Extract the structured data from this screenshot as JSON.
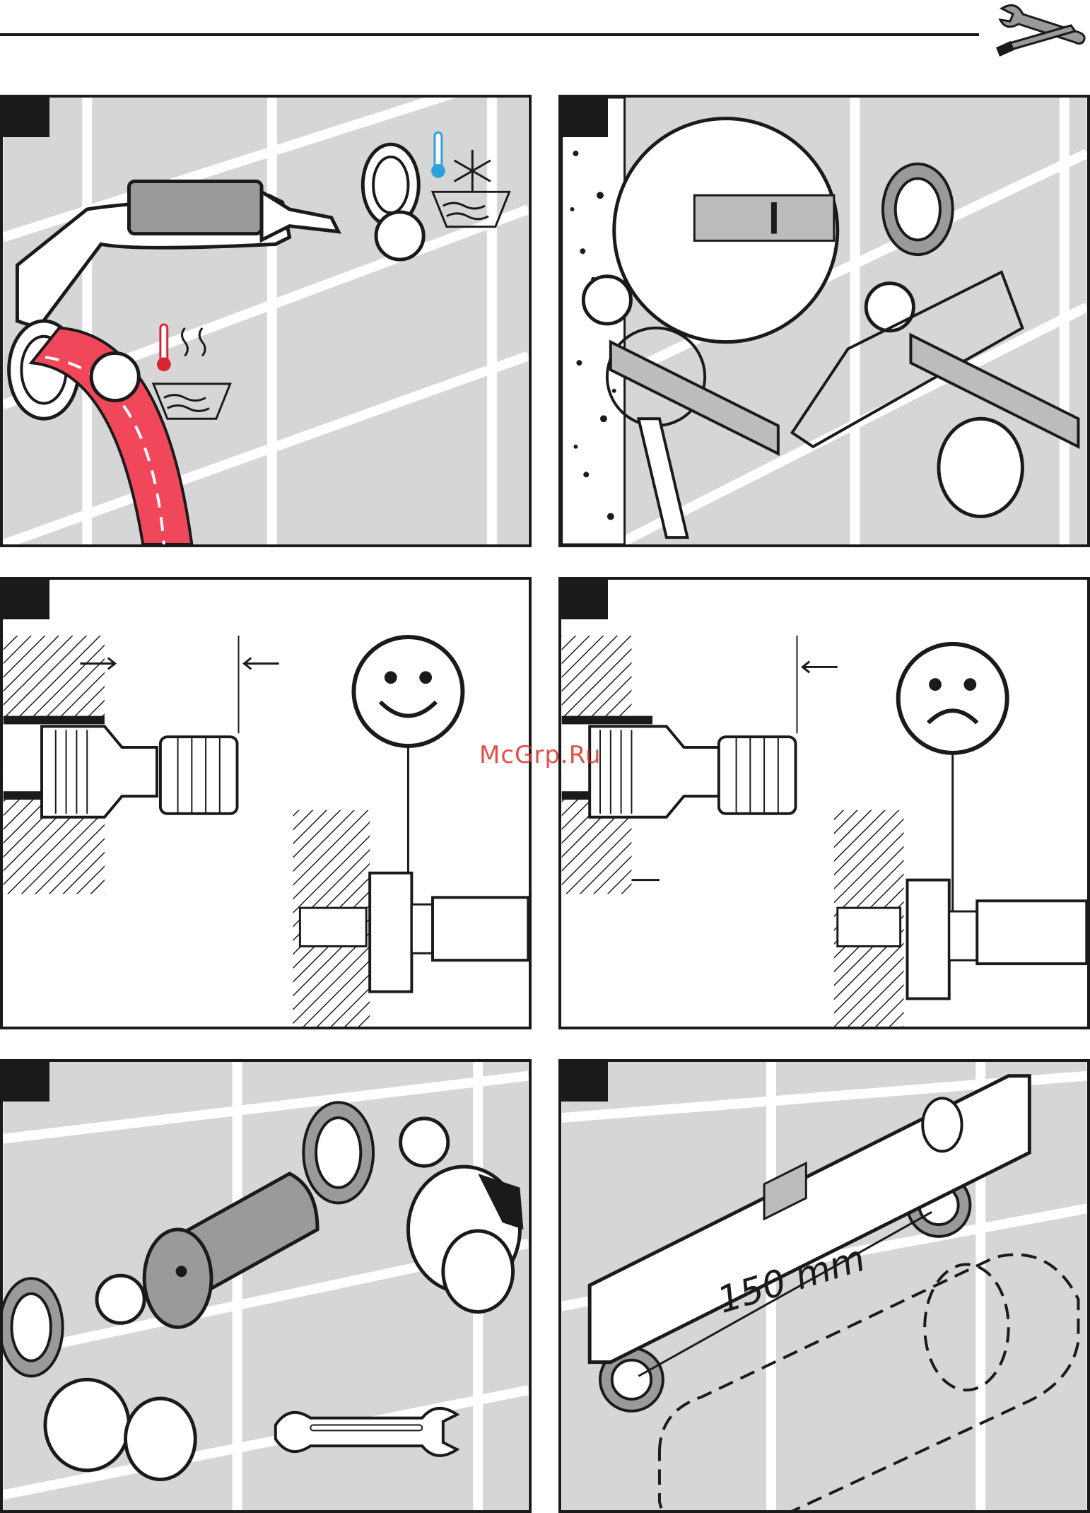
{
  "header": {
    "icon": "wrench-screwdriver-icon"
  },
  "watermark": {
    "text": "McGrp.Ru"
  },
  "panels": [
    {
      "id": "p1",
      "icons": [
        "caulking-gun-icon",
        "cold-thermometer-icon",
        "snowflake-icon",
        "hot-thermometer-icon",
        "water-basin-icon"
      ],
      "colors": {
        "hose": "#f0475a",
        "cold": "#2ea1dc",
        "hot": "#d9242f",
        "wall": "#d6d6d6"
      }
    },
    {
      "id": "p2",
      "icons": [
        "pencil-icon",
        "spirit-level-icon",
        "hacksaw-icon",
        "magnifier-detail-icon"
      ]
    },
    {
      "id": "p3",
      "icons": [
        "smiley-face-icon"
      ]
    },
    {
      "id": "p4",
      "icons": [
        "sad-face-icon"
      ]
    },
    {
      "id": "p5",
      "icons": [
        "sealant-tube-icon",
        "spanner-icon",
        "rotate-arrow-icon"
      ]
    },
    {
      "id": "p6",
      "icons": [
        "spirit-level-icon"
      ],
      "dimension": "150 mm"
    }
  ]
}
